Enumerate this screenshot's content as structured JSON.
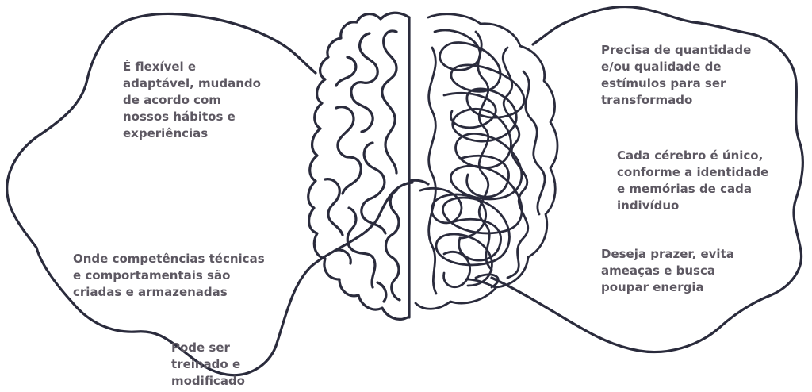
{
  "colors": {
    "background": "#ffffff",
    "outline": "#2a2b3c",
    "text": "#5d5862"
  },
  "left_hemisphere": {
    "captions": [
      "É flexível e\nadaptável, mudando\nde acordo com\nnossos hábitos e\nexperiências",
      "Onde competências técnicas\ne comportamentais são\ncriadas e armazenadas",
      "Pode ser\ntreinado e\nmodificado"
    ]
  },
  "right_hemisphere": {
    "captions": [
      "Precisa de quantidade\ne/ou qualidade de\nestímulos para ser\ntransformado",
      "Cada cérebro é único,\nconforme a identidade\ne memórias de cada\nindivíduo",
      "Deseja prazer, evita\nameaças e busca\npoupar energia"
    ]
  }
}
